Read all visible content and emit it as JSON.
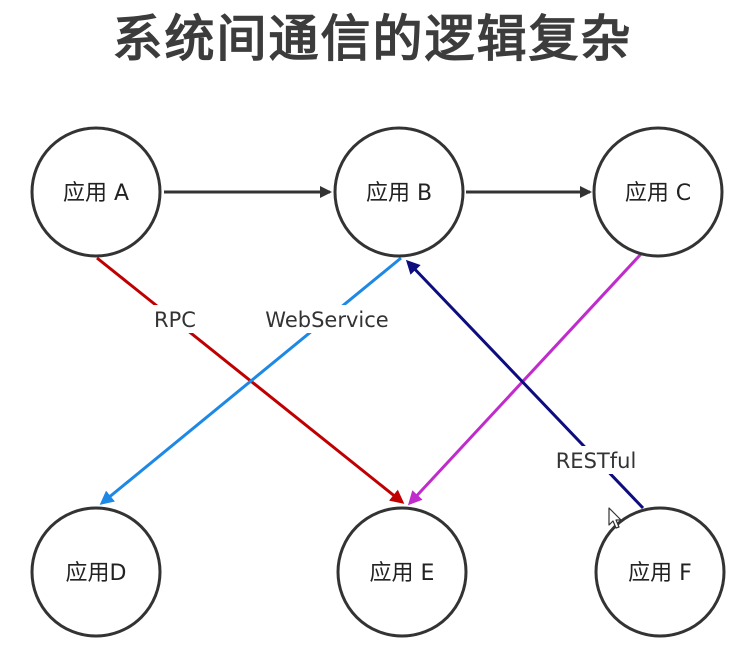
{
  "title": "系统间通信的逻辑复杂",
  "nodes": {
    "a": {
      "label": "应用 A"
    },
    "b": {
      "label": "应用 B"
    },
    "c": {
      "label": "应用 C"
    },
    "d": {
      "label": "应用D"
    },
    "e": {
      "label": "应用 E"
    },
    "f": {
      "label": "应用 F"
    }
  },
  "edges": {
    "a_b": {
      "from": "应用 A",
      "to": "应用 B",
      "color": "#333333"
    },
    "b_c": {
      "from": "应用 B",
      "to": "应用 C",
      "color": "#333333"
    },
    "a_e": {
      "from": "应用 A",
      "to": "应用 E",
      "label": "RPC",
      "color": "#c00000"
    },
    "b_d": {
      "from": "应用 B",
      "to": "应用D",
      "label": "WebService",
      "color": "#1e88e5"
    },
    "c_e": {
      "from": "应用 C",
      "to": "应用 E",
      "color": "#c02ccc"
    },
    "f_b": {
      "from": "应用 F",
      "to": "应用 B",
      "label": "RESTful",
      "color": "#0d0d80"
    }
  }
}
